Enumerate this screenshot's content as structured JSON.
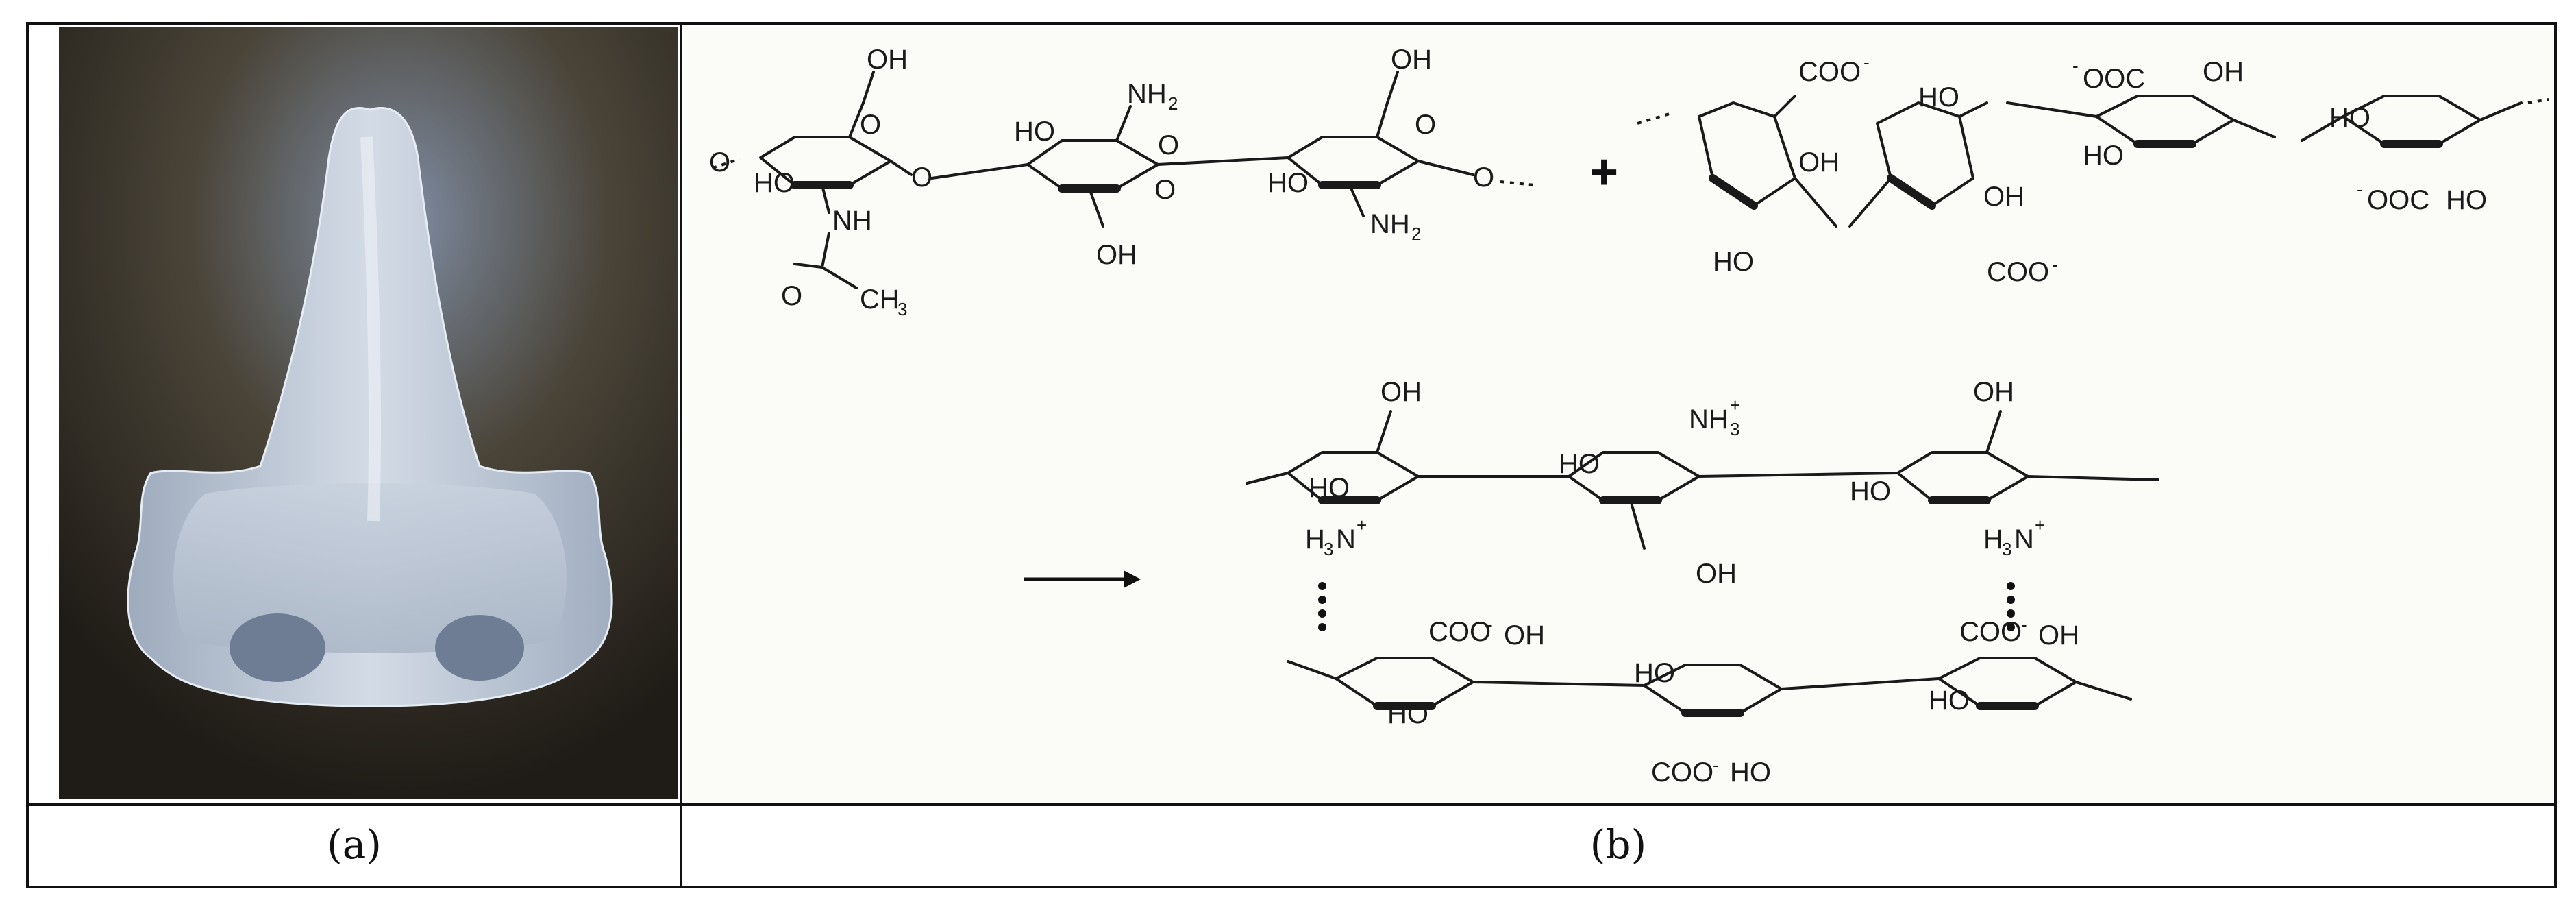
{
  "panels": {
    "a": {
      "label": "(a)"
    },
    "b": {
      "label": "(b)"
    }
  },
  "chitosan": {
    "oh_top_left": "OH",
    "oh_top_right": "OH",
    "ho_1": "HO",
    "ho_2": "HO",
    "ho_3": "HO",
    "nh_acetyl": "NH",
    "nh2_top": "NH",
    "nh2_top_sub": "2",
    "nh2_right": "NH",
    "nh2_right_sub": "2",
    "oh_bottom": "OH",
    "ch3": "CH",
    "ch3_sub": "3",
    "o_labels": [
      "O",
      "O",
      "O",
      "O",
      "O",
      "O",
      "O",
      "O"
    ]
  },
  "operator_plus": "+",
  "alginate": {
    "coo_1": "COO",
    "coo_2": "COO",
    "ooc_1": "OOC",
    "ooc_2": "OOC",
    "oh_1": "OH",
    "oh_2": "OH",
    "oh_3": "OH",
    "ho_1": "HO",
    "ho_2": "HO",
    "ho_3": "HO",
    "ho_4": "HO",
    "ho_5": "HO",
    "neg": "-"
  },
  "complex": {
    "chitosan_row": {
      "oh_1": "OH",
      "oh_2": "OH",
      "oh_3": "OH",
      "ho_1": "HO",
      "ho_2": "HO",
      "ho_3": "HO",
      "nh3_top": "NH",
      "nh3_sub": "3",
      "plus": "+",
      "h3n_1": "H",
      "h3n_2": "H",
      "n": "N"
    },
    "alginate_row": {
      "coo_1": "COO",
      "coo_2": "COO",
      "coo_3": "COO",
      "oh_1": "OH",
      "oh_2": "OH",
      "ho_1": "HO",
      "ho_2": "HO",
      "ho_3": "HO",
      "ho_4": "HO",
      "neg": "-"
    }
  },
  "colors": {
    "photo_background": "#3a3128",
    "model_color": "#b9c4d3",
    "border": "#111111"
  }
}
